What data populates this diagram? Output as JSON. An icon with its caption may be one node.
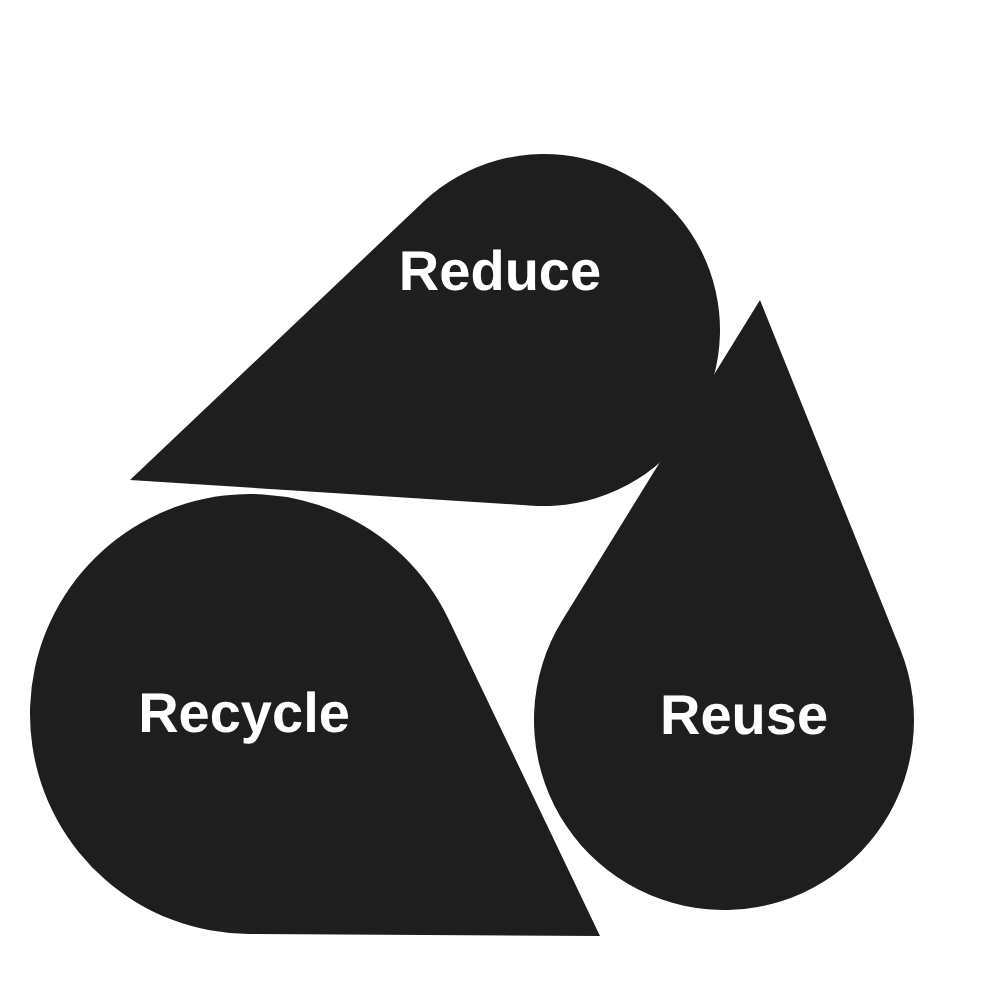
{
  "diagram": {
    "nodes": [
      {
        "text": [
          "Reduce"
        ]
      },
      {
        "text": [
          "Recycle"
        ]
      },
      {
        "text": [
          "Reuse"
        ]
      }
    ]
  }
}
